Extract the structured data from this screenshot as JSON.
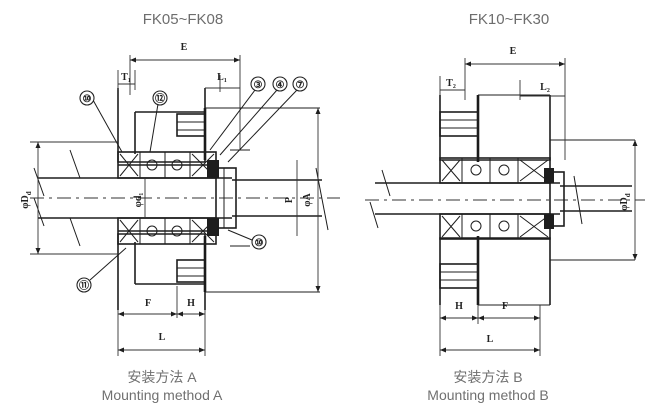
{
  "diagrams": [
    {
      "title": "FK05~FK08",
      "caption_cn": "安装方法 A",
      "caption_en": "Mounting method A",
      "labels": {
        "e": "E",
        "t1": "T₁",
        "l1": "L₁",
        "f": "F",
        "h": "H",
        "l": "L",
        "dd": "φD",
        "dd_sub": "d",
        "d1": "φd₁",
        "p": "P",
        "a": "φA"
      },
      "callouts": [
        "⑩",
        "⑫",
        "③",
        "④",
        "⑦",
        "⑩",
        "⑪"
      ]
    },
    {
      "title": "FK10~FK30",
      "caption_cn": "安装方法 B",
      "caption_en": "Mounting method B",
      "labels": {
        "e": "E",
        "t2": "T₂",
        "l2": "L₂",
        "h": "H",
        "f": "F",
        "l": "L",
        "dd": "φD",
        "dd_sub": "d"
      }
    }
  ]
}
